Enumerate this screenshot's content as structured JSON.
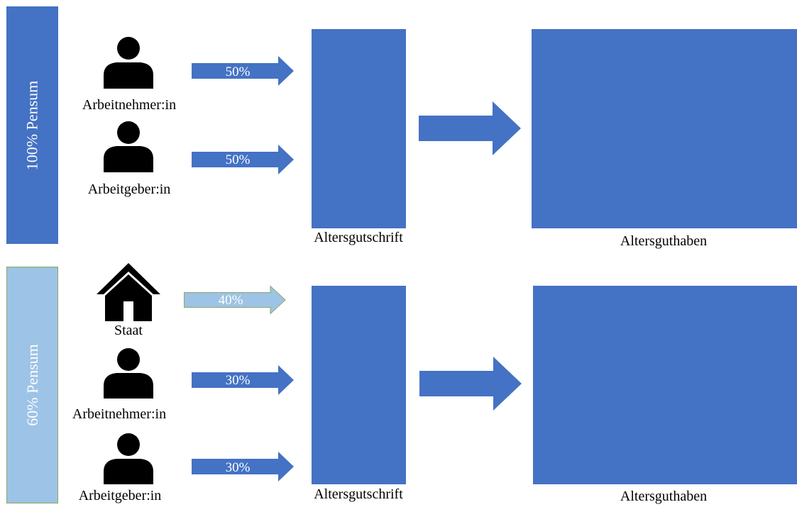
{
  "colors": {
    "primary": "#4472c4",
    "light": "#9dc3e6",
    "text": "#000000",
    "arrow_text": "#ffffff"
  },
  "top_section": {
    "pensum_label": "100% Pensum",
    "contributors": [
      {
        "icon": "person-icon",
        "label": "Arbeitnehmer:in",
        "percent": "50%"
      },
      {
        "icon": "person-icon",
        "label": "Arbeitgeber:in",
        "percent": "50%"
      }
    ],
    "credit_label": "Altersgutschrift",
    "balance_label": "Altersguthaben"
  },
  "bottom_section": {
    "pensum_label": "60% Pensum",
    "contributors": [
      {
        "icon": "house-icon",
        "label": "Staat",
        "percent": "40%"
      },
      {
        "icon": "person-icon",
        "label": "Arbeitnehmer:in",
        "percent": "30%"
      },
      {
        "icon": "person-icon",
        "label": "Arbeitgeber:in",
        "percent": "30%"
      }
    ],
    "credit_label": "Altersgutschrift",
    "balance_label": "Altersguthaben"
  }
}
